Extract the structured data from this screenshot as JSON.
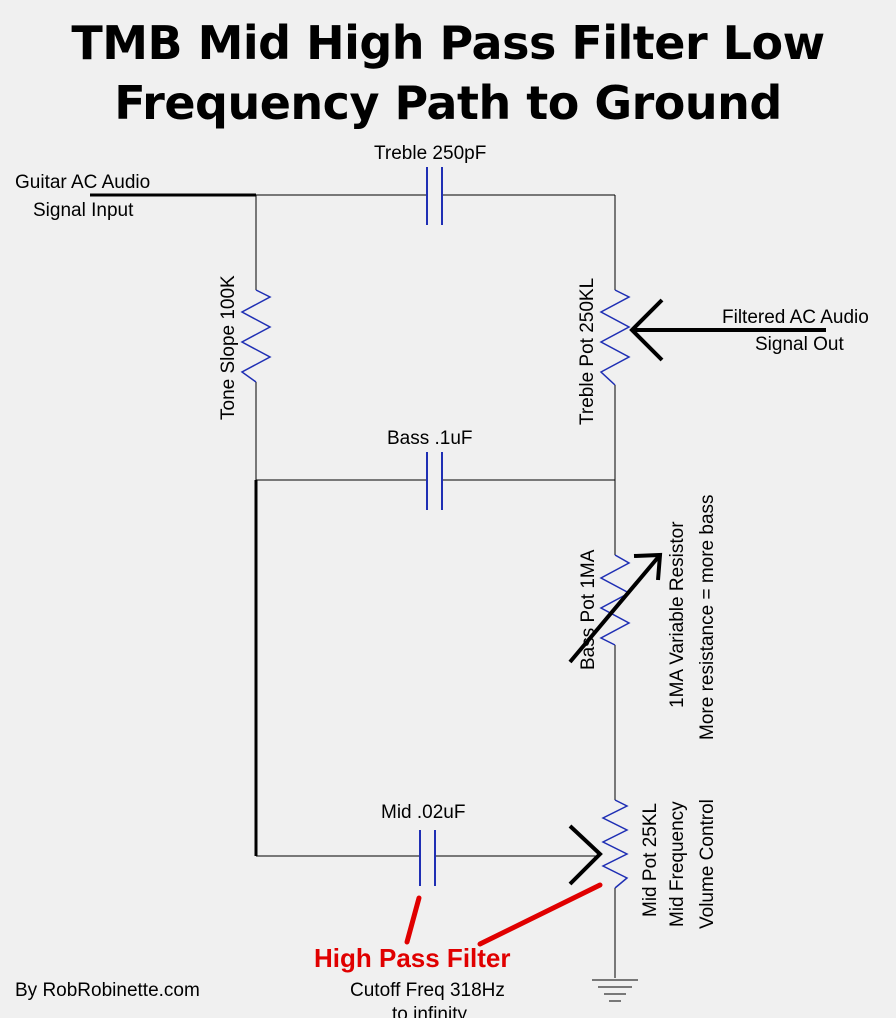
{
  "title": {
    "line1": "TMB Mid High Pass Filter Low",
    "line2": "Frequency Path to Ground"
  },
  "labels": {
    "input_line1": "Guitar AC Audio",
    "input_line2": "Signal Input",
    "output_line1": "Filtered AC Audio",
    "output_line2": "Signal Out",
    "treble_cap": "Treble 250pF",
    "bass_cap": "Bass .1uF",
    "mid_cap": "Mid .02uF",
    "tone_slope": "Tone  Slope 100K",
    "treble_pot": "Treble  Pot  250KL",
    "bass_pot": "Bass  Pot  1MA",
    "var_resistor": "1MA  Variable  Resistor",
    "more_resistance": "More  resistance = more bass",
    "mid_pot": "Mid  Pot  25KL",
    "mid_freq": "Mid  Frequency",
    "volume_control": "Volume  Control",
    "high_pass": "High Pass Filter",
    "cutoff": "Cutoff Freq 318Hz",
    "to_infinity": "to infinity",
    "credit": "By RobRobinette.com"
  },
  "colors": {
    "wire": "#000000",
    "component": "#1f2fb4",
    "highlight": "#e00000",
    "background": "#f0f0f0"
  }
}
